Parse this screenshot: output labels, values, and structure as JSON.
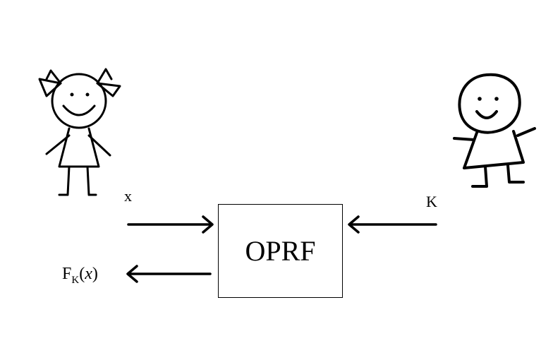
{
  "diagram": {
    "box_label": "OPRF",
    "input_left_label": "x",
    "input_right_label": "K",
    "output_label": {
      "main": "F",
      "subscript": "K",
      "open": "(",
      "var": "x",
      "close": ")"
    }
  }
}
